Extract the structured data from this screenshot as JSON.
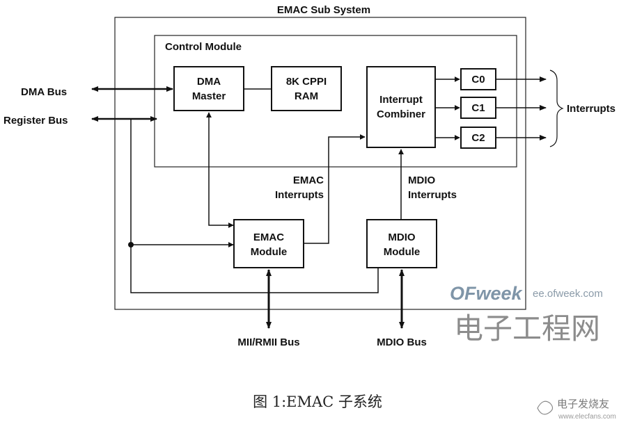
{
  "diagram": {
    "title": "EMAC Sub System",
    "control_module": "Control Module",
    "blocks": {
      "dma_master": [
        "DMA",
        "Master"
      ],
      "cppi_ram": [
        "8K CPPI",
        "RAM"
      ],
      "interrupt_combiner": [
        "Interrupt",
        "Combiner"
      ],
      "c0": "C0",
      "c1": "C1",
      "c2": "C2",
      "emac_module": [
        "EMAC",
        "Module"
      ],
      "mdio_module": [
        "MDIO",
        "Module"
      ]
    },
    "labels": {
      "dma_bus": "DMA Bus",
      "register_bus": "Register Bus",
      "interrupts": "Interrupts",
      "emac_interrupts": [
        "EMAC",
        "Interrupts"
      ],
      "mdio_interrupts": [
        "MDIO",
        "Interrupts"
      ],
      "mii_bus": "MII/RMII Bus",
      "mdio_bus": "MDIO Bus"
    }
  },
  "caption": "图 1:EMAC 子系统",
  "watermark": {
    "brand": "OFweek",
    "url": "ee.ofweek.com",
    "cn_text": "电子工程网",
    "logo_text": "电子发烧友",
    "logo_url": "www.elecfans.com"
  }
}
